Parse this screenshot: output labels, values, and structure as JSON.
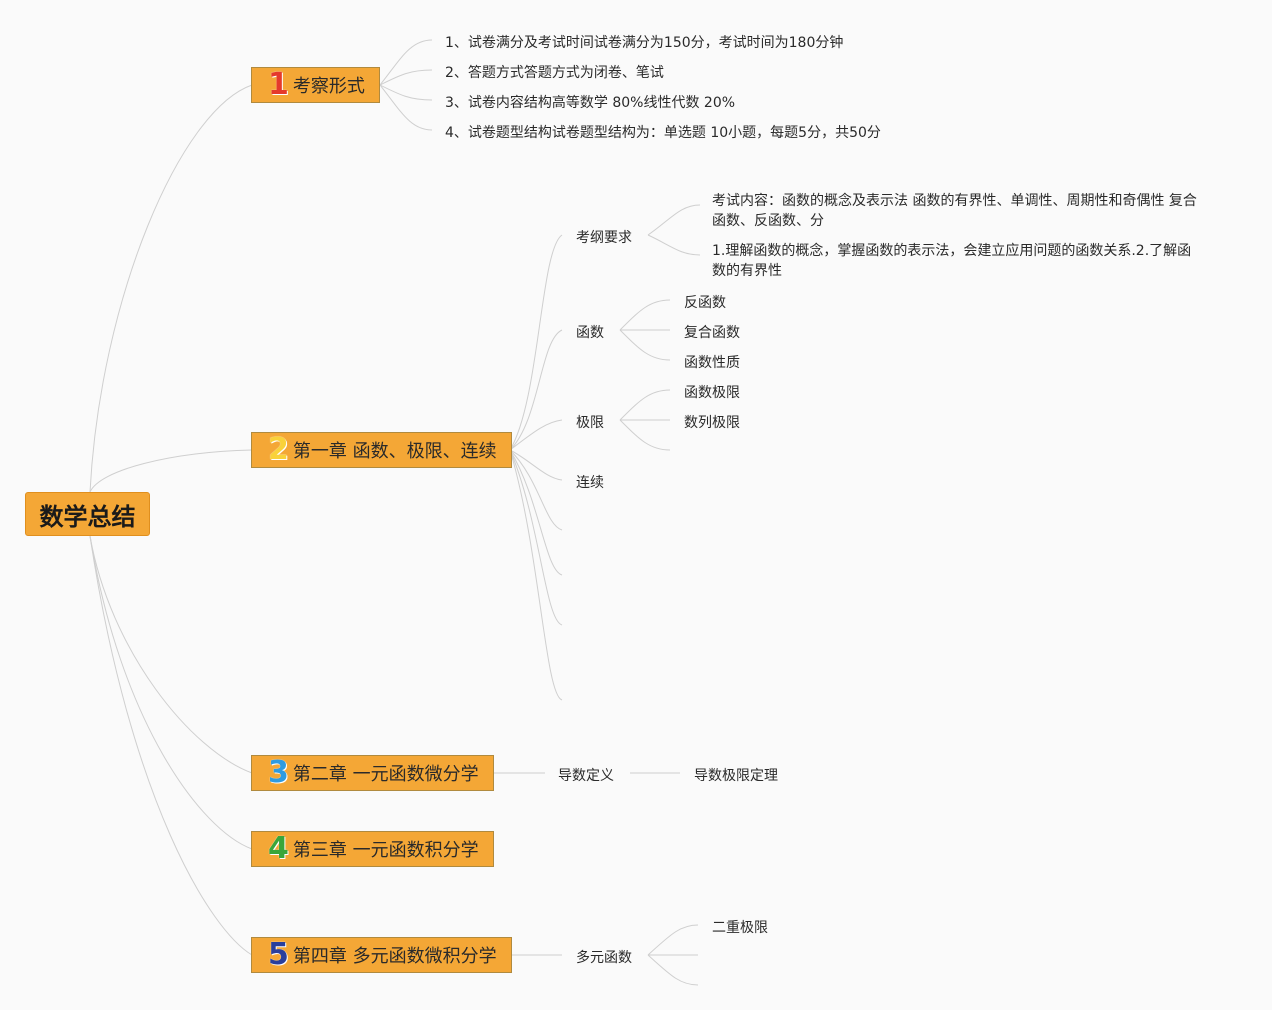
{
  "root": {
    "label": "数学总结"
  },
  "branches": [
    {
      "number": "1",
      "number_color": "#e53a2c",
      "label": "考察形式",
      "children": [
        "1、试卷满分及考试时间试卷满分为150分，考试时间为180分钟",
        "2、答题方式答题方式为闭卷、笔试",
        "3、试卷内容结构高等数学 80%线性代数 20%",
        "4、试卷题型结构试卷题型结构为：单选题 10小题，每题5分，共50分"
      ]
    },
    {
      "number": "2",
      "number_color": "#f9d23a",
      "label": "第一章 函数、极限、连续",
      "topics": [
        {
          "label": "考纲要求",
          "children": [
            "考试内容：函数的概念及表示法  函数的有界性、单调性、周期性和奇偶性 复合函数、反函数、分",
            "1.理解函数的概念，掌握函数的表示法，会建立应用问题的函数关系.2.了解函数的有界性"
          ]
        },
        {
          "label": "函数",
          "children": [
            "反函数",
            "复合函数",
            "函数性质"
          ]
        },
        {
          "label": "极限",
          "children": [
            "函数极限",
            "数列极限"
          ]
        },
        {
          "label": "连续",
          "children": []
        }
      ]
    },
    {
      "number": "3",
      "number_color": "#2f9be0",
      "label": "第二章 一元函数微分学",
      "topics": [
        {
          "label": "导数定义",
          "children": [
            "导数极限定理"
          ]
        }
      ]
    },
    {
      "number": "4",
      "number_color": "#3aa63a",
      "label": "第三章 一元函数积分学",
      "topics": []
    },
    {
      "number": "5",
      "number_color": "#2a3f9c",
      "label": "第四章 多元函数微积分学",
      "topics": [
        {
          "label": "多元函数",
          "children": [
            "二重极限"
          ]
        }
      ]
    }
  ],
  "colors": {
    "node_fill": "#f4a736",
    "connector": "#cfcfcf",
    "background": "#fafafa"
  }
}
